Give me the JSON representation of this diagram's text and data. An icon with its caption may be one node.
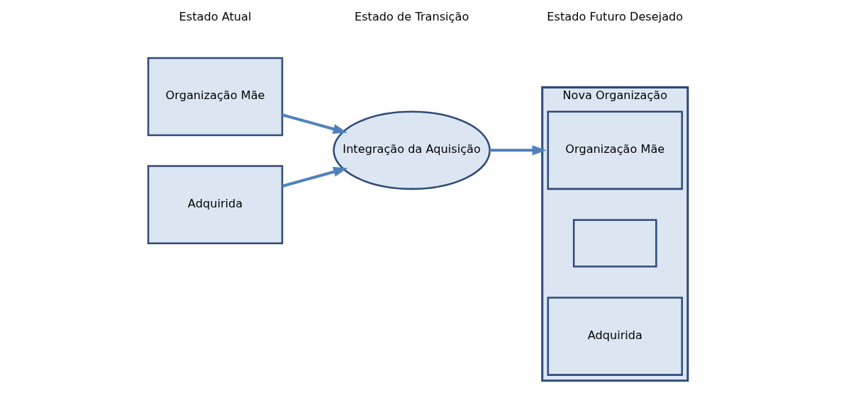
{
  "diagram": {
    "nodes": [
      {
        "text": [
          "Organização Mãe"
        ]
      },
      {
        "text": [
          "Adquirida"
        ]
      },
      {
        "text": [
          "Integração da Aquisição"
        ]
      },
      {
        "text": [
          "Nova Organização"
        ]
      },
      {
        "text": [
          "Organização Mãe"
        ],
        "in": 3
      },
      {
        "text": [],
        "shape": "box",
        "in": 3
      },
      {
        "text": [
          "Adquirida"
        ],
        "in": 3
      }
    ],
    "edges": [
      {
        "from": 0,
        "to": 2,
        "arrow": "to"
      },
      {
        "from": 1,
        "to": 2,
        "arrow": "to"
      },
      {
        "from": 2,
        "to": 3,
        "arrow": "to"
      }
    ],
    "labels": [
      "Estado Atual",
      "Estado de Transição",
      "Estado Futuro Desejado"
    ]
  }
}
